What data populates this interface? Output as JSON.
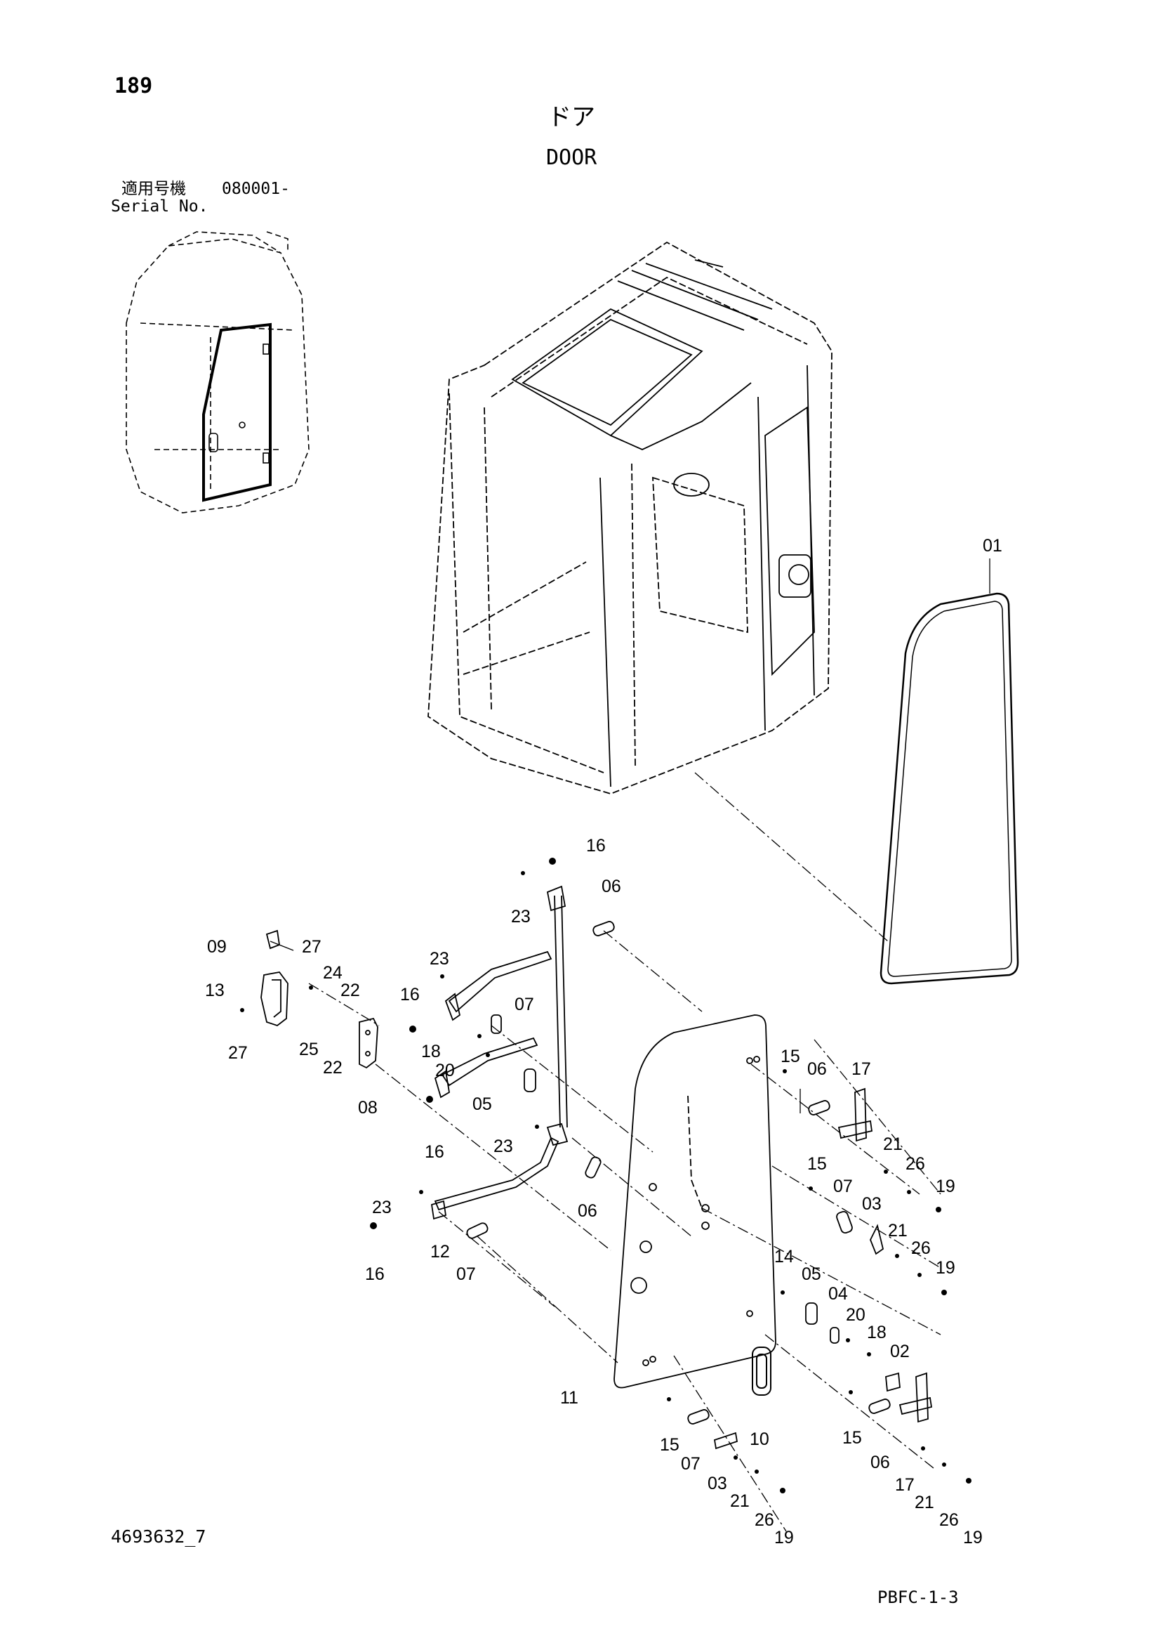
{
  "header": {
    "page_number": "189",
    "title_ja": "ドア",
    "title_en": "DOOR",
    "serial_label_ja": "適用号機",
    "serial_value": "080001-",
    "serial_label_en": "Serial No."
  },
  "footer": {
    "drawing_number": "4693632_7",
    "page_code": "PBFC-1-3"
  },
  "callouts": [
    "01",
    "16",
    "06",
    "23",
    "09",
    "27",
    "24",
    "22",
    "13",
    "16",
    "23",
    "07",
    "27",
    "25",
    "22",
    "18",
    "20",
    "08",
    "05",
    "16",
    "23",
    "15",
    "06",
    "17",
    "21",
    "26",
    "19",
    "15",
    "07",
    "03",
    "21",
    "26",
    "19",
    "06",
    "23",
    "12",
    "16",
    "07",
    "14",
    "05",
    "04",
    "20",
    "18",
    "02",
    "11",
    "10",
    "15",
    "07",
    "03",
    "21",
    "26",
    "19",
    "15",
    "06",
    "17",
    "21",
    "26",
    "19"
  ]
}
